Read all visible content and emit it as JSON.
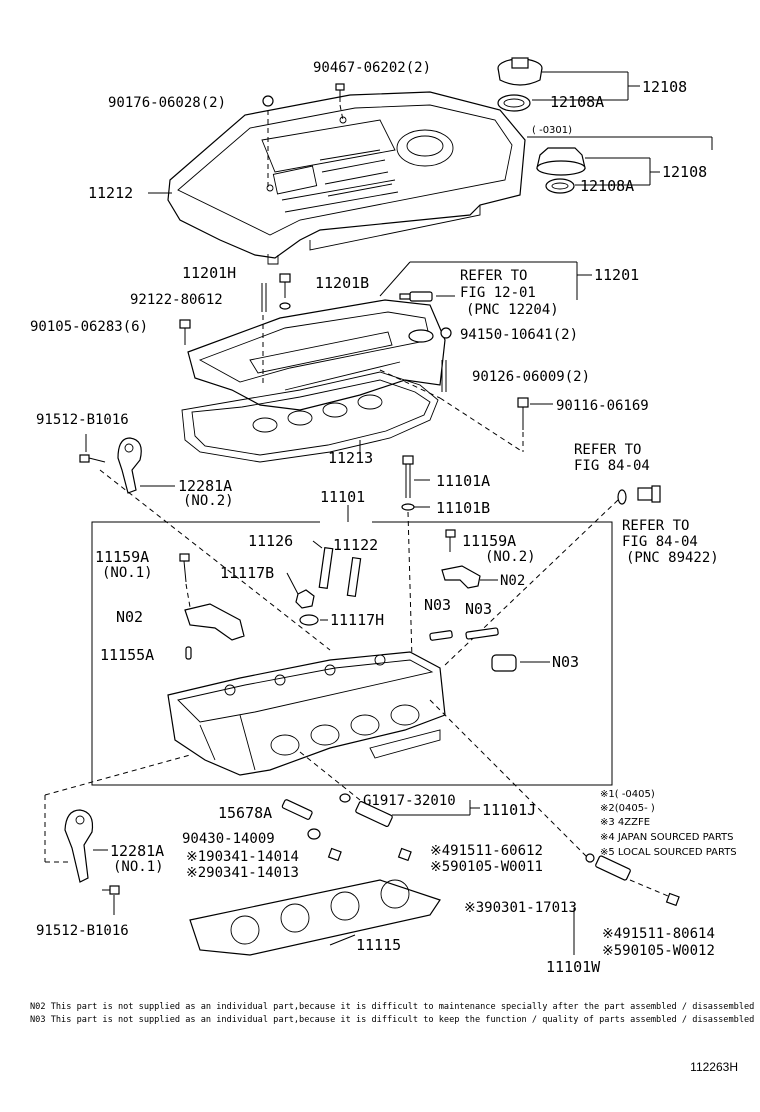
{
  "labels": {
    "p90467": "90467-06202(2)",
    "p90176": "90176-06028(2)",
    "p12108_top": "12108",
    "p12108A_top": "12108A",
    "date_range": "( -0301)",
    "p12108_mid": "12108",
    "p12108A_mid": "12108A",
    "p11212": "11212",
    "p11201H": "11201H",
    "p11201B": "11201B",
    "refer_to_1": "REFER TO",
    "fig_12_01": "FIG 12-01",
    "pnc_12204": "(PNC 12204)",
    "p11201": "11201",
    "p92122": "92122-80612",
    "p90105": "90105-06283(6)",
    "p94150": "94150-10641(2)",
    "p90126": "90126-06009(2)",
    "p90116": "90116-06169",
    "p91512_top": "91512-B1016",
    "p11213": "11213",
    "p12281A_top": "12281A",
    "no2_top": "(NO.2)",
    "p11101A": "11101A",
    "refer_to_2": "REFER TO",
    "fig_84_04_a": "FIG 84-04",
    "p11101": "11101",
    "p11101B": "11101B",
    "refer_to_3": "REFER TO",
    "fig_84_04_b": "FIG 84-04",
    "pnc_89422": "(PNC 89422)",
    "p11126": "11126",
    "p11122": "11122",
    "p11159A_right": "11159A",
    "no2_right": "(NO.2)",
    "p11159A_left": "11159A",
    "no1_left": "(NO.1)",
    "p11117B": "11117B",
    "n02_right": "N02",
    "n02_left": "N02",
    "p11117H": "11117H",
    "n03_a": "N03",
    "n03_b": "N03",
    "p11155A": "11155A",
    "n03_c": "N03",
    "p15678A": "15678A",
    "pG1917": "G1917-32010",
    "p11101J": "11101J",
    "p12281A_bot": "12281A",
    "no1_bot": "(NO.1)",
    "p90430": "90430-14009",
    "p190341": "※190341-14014",
    "p290341": "※290341-14013",
    "p491511_a": "※491511-60612",
    "p590105_a": "※590105-W0011",
    "p91512_bot": "91512-B1016",
    "p11115": "11115",
    "p390301": "※390301-17013",
    "p491511_b": "※491511-80614",
    "p590105_b": "※590105-W0012",
    "p11101W": "11101W"
  },
  "legend": [
    "※1(  -0405)",
    "※2(0405-  )",
    "※3 4ZZFE",
    "※4 JAPAN SOURCED PARTS",
    "※5 LOCAL SOURCED PARTS"
  ],
  "notes": [
    "N02 This part is not supplied as an individual part,because it is difficult to maintenance specially after the part assembled / disassembled",
    "N03 This part is not supplied as an individual part,because it is difficult to keep the function / quality of parts assembled / disassembled"
  ],
  "figure_id": "112263H"
}
